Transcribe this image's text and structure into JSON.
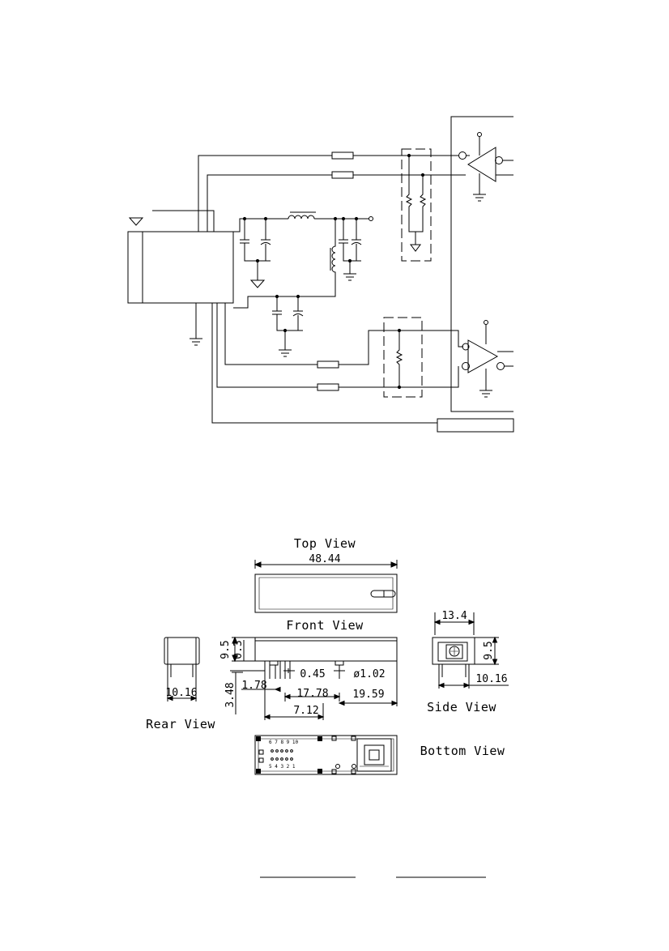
{
  "mechanical": {
    "top_view_label": "Top  View",
    "front_view_label": "Front  View",
    "side_view_label": "Side  View",
    "rear_view_label": "Rear  View",
    "bottom_view_label": "Bottom   View",
    "dims": {
      "overall_length": "48.44",
      "height": "9.5",
      "height_offset": "0.3",
      "pin_length": "3.48",
      "pin_pitch": "1.78",
      "pin_width": "0.45",
      "pin_span": "17.78",
      "hole_dia": "ø1.02",
      "hole_offset": "19.59",
      "pin_offset": "7.12",
      "rear_width": "10.16",
      "side_width": "13.4",
      "side_height": "9.5",
      "side_pin_span": "10.16"
    },
    "bottom_pin_rows": [
      "6 7 8 9 10",
      "5 4 3 2 1"
    ]
  }
}
